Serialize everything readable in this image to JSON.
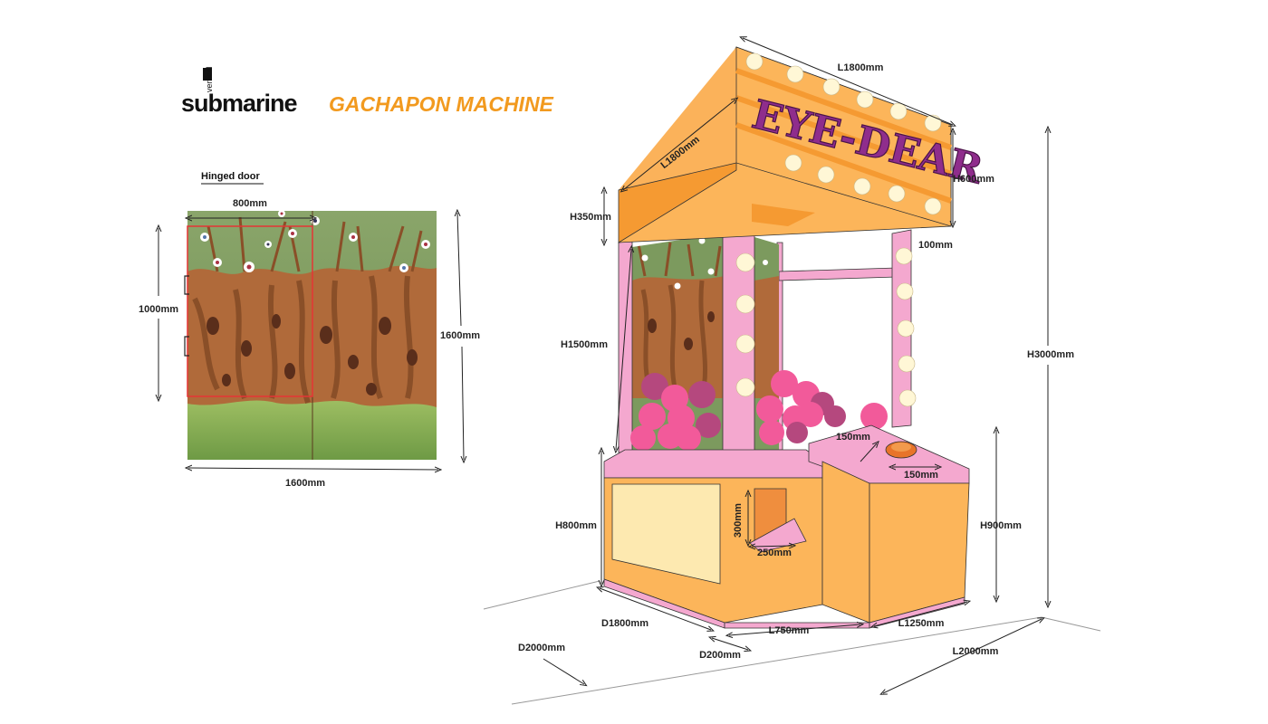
{
  "brand": {
    "wordmark": "submarine",
    "wordmark_small": "vertical",
    "title": "GACHAPON MACHINE"
  },
  "door_panel": {
    "label": "Hinged door",
    "dims": {
      "door_width": "800mm",
      "door_height": "1000mm",
      "panel_height": "1600mm",
      "panel_width": "1600mm"
    }
  },
  "machine": {
    "sign_text": "EYE-DEAR",
    "dims": {
      "roof_length": "L1800mm",
      "roof_depth": "L1800mm",
      "sign_height": "H600mm",
      "roof_height": "H350mm",
      "post_width": "100mm",
      "glass_height": "H1500mm",
      "total_height": "H3000mm",
      "button_depth": "150mm",
      "button_width": "150mm",
      "chute_height": "300mm",
      "chute_width": "250mm",
      "base_height": "H800mm",
      "console_height": "H900mm",
      "base_depth": "D1800mm",
      "console_length": "L750mm",
      "console_side": "L1250mm",
      "plinth_depth": "D200mm",
      "footprint_depth": "D2000mm",
      "footprint_length": "L2000mm"
    }
  },
  "colors": {
    "accent": "#f29a1f",
    "cabinet": "#fcb55a",
    "frame": "#f4a8cf",
    "ball_pink": "#f25a9a",
    "ball_dark": "#b5487e",
    "sign_text": "#8f2d8c",
    "tree": "#b06a3a",
    "foliage": "#7c9a5e",
    "grass": "#8fb35a",
    "highlight_box": "#e53535"
  }
}
